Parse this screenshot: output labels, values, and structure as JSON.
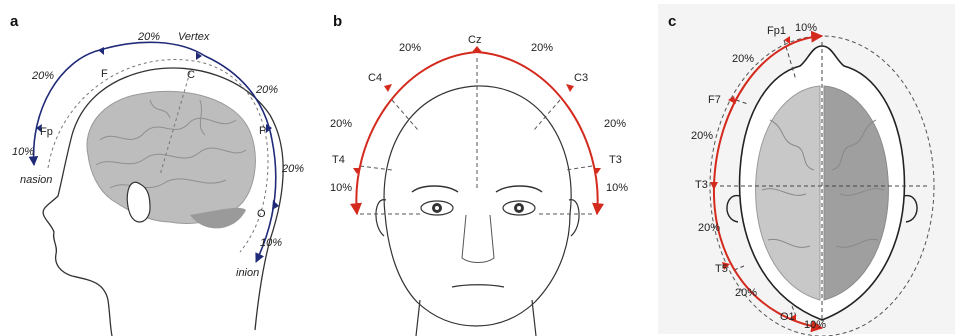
{
  "panels": {
    "a": {
      "letter": "a",
      "labels": {
        "vertex": "Vertex",
        "f": "F",
        "c": "C",
        "p": "P",
        "o": "O",
        "fp": "Fp",
        "nasion": "nasion",
        "inion": "inion",
        "pct_top": "20%",
        "pct_f": "20%",
        "pct_p": "20%",
        "pct_o": "20%",
        "pct_fp": "10%",
        "pct_inion": "10%"
      }
    },
    "b": {
      "letter": "b",
      "labels": {
        "cz": "Cz",
        "c4": "C4",
        "c3": "C3",
        "t4": "T4",
        "t3": "T3",
        "pct_tl": "20%",
        "pct_tr": "20%",
        "pct_ml": "20%",
        "pct_mr": "20%",
        "pct_bl": "10%",
        "pct_br": "10%"
      }
    },
    "c": {
      "letter": "c",
      "labels": {
        "fp1": "Fp1",
        "f7": "F7",
        "t3": "T3",
        "t5": "T5",
        "o1": "O1",
        "pct_top": "10%",
        "pct_f7": "20%",
        "pct_t3a": "20%",
        "pct_t3b": "20%",
        "pct_t5": "20%",
        "pct_bottom": "10%"
      }
    }
  },
  "colors": {
    "arc_a": "#1f2a78",
    "arc_bc": "#d42a1e",
    "brain": "#b9b9b9",
    "brain_dark": "#8f8f8f"
  }
}
